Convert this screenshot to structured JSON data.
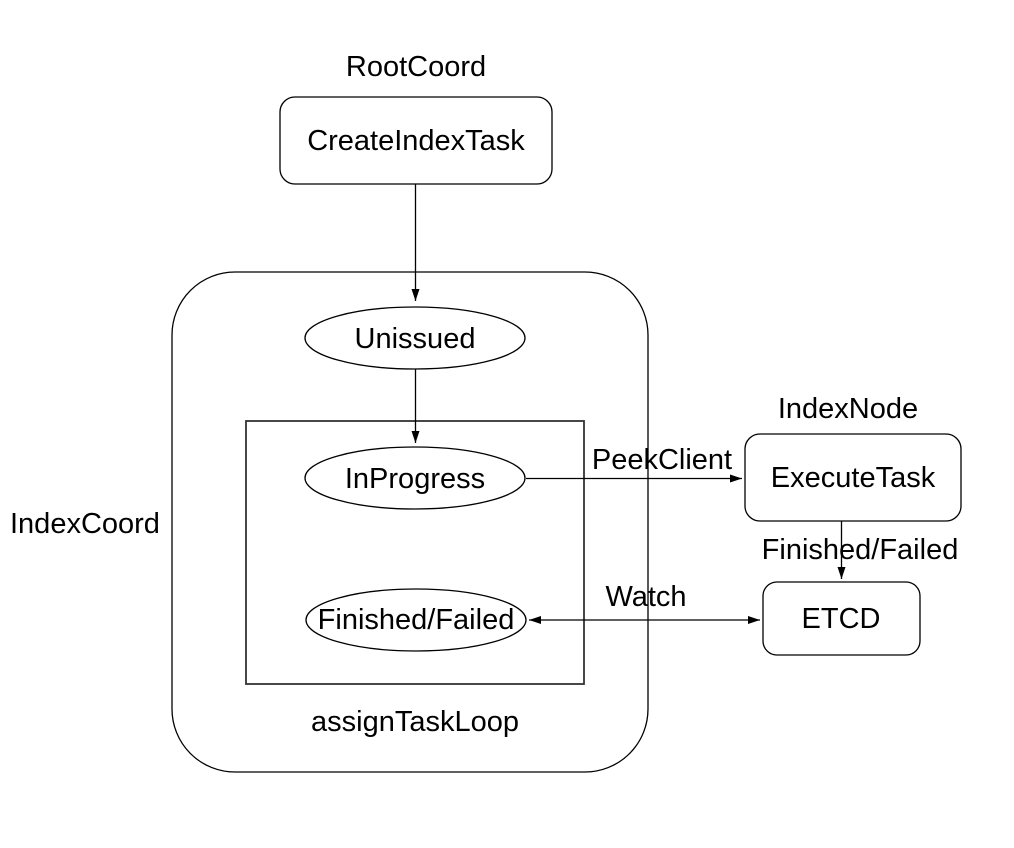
{
  "background": "#ffffff",
  "stroke_color": "#000000",
  "text_color": "#000000",
  "diagram": {
    "groups": {
      "root_coord": {
        "label": "RootCoord"
      },
      "index_coord": {
        "label": "IndexCoord"
      },
      "assign_task_loop": {
        "label": "assignTaskLoop"
      },
      "index_node": {
        "label": "IndexNode"
      }
    },
    "nodes": {
      "create_index_task": {
        "label": "CreateIndexTask",
        "shape": "rounded-rectangle"
      },
      "unissued": {
        "label": "Unissued",
        "shape": "ellipse"
      },
      "in_progress": {
        "label": "InProgress",
        "shape": "ellipse"
      },
      "finished_failed": {
        "label": "Finished/Failed",
        "shape": "ellipse"
      },
      "execute_task": {
        "label": "ExecuteTask",
        "shape": "rounded-rectangle"
      },
      "etcd": {
        "label": "ETCD",
        "shape": "rounded-rectangle"
      }
    },
    "edges": {
      "create_index_task_to_unissued": {
        "from": "create_index_task",
        "to": "unissued",
        "label": ""
      },
      "unissued_to_in_progress": {
        "from": "unissued",
        "to": "in_progress",
        "label": ""
      },
      "peek_client": {
        "from": "in_progress",
        "to": "execute_task",
        "label": "PeekClient"
      },
      "execute_task_to_etcd": {
        "from": "execute_task",
        "to": "etcd",
        "label": "Finished/Failed"
      },
      "watch": {
        "from": "finished_failed",
        "to": "etcd",
        "label": "Watch",
        "bidirectional": true
      }
    }
  }
}
